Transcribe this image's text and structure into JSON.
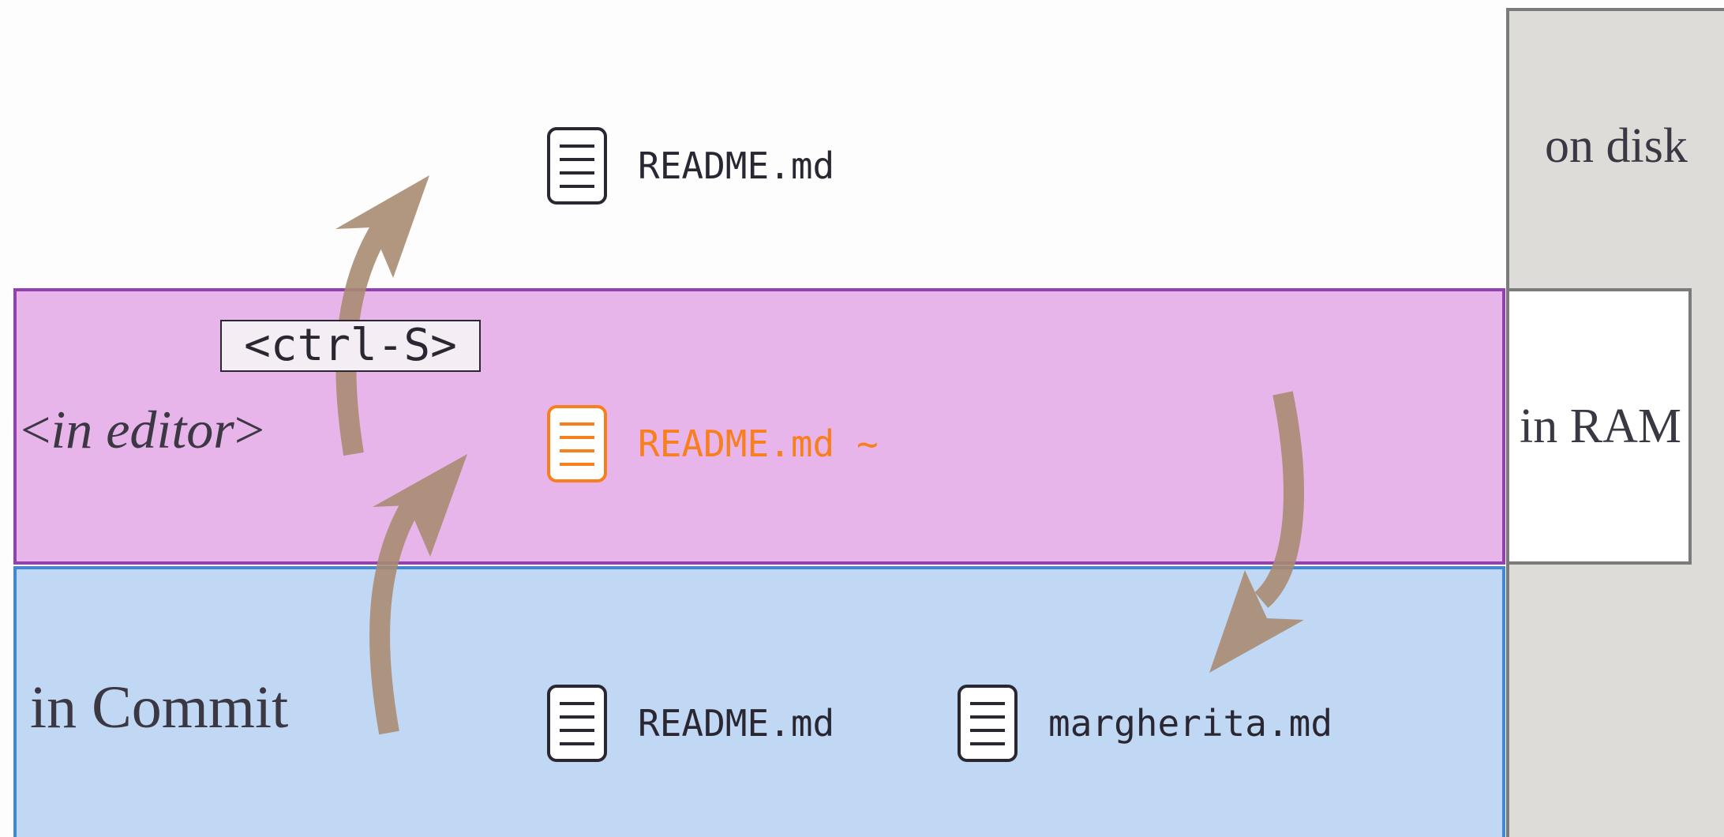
{
  "layers": {
    "disk_label": "on disk",
    "ram_label": "in RAM",
    "editor_label_open": "<",
    "editor_label_text": "in editor",
    "editor_label_close": ">",
    "commit_label": "in Commit"
  },
  "files": {
    "disk_readme": "README.md",
    "editor_readme": "README.md ~",
    "commit_readme": "README.md",
    "commit_margherita": "margherita.md"
  },
  "shortcut": "<ctrl-S>",
  "colors": {
    "editor_band": "#e8b5ea",
    "editor_border": "#9440b3",
    "commit_band": "#c1d8f5",
    "commit_border": "#3f86dc",
    "storage_column": "#dedcd9",
    "arrow": "#a88a6f",
    "modified_file": "#f77f1d"
  },
  "icons": [
    "document-icon",
    "modified-document-icon",
    "curved-arrow-icon"
  ]
}
